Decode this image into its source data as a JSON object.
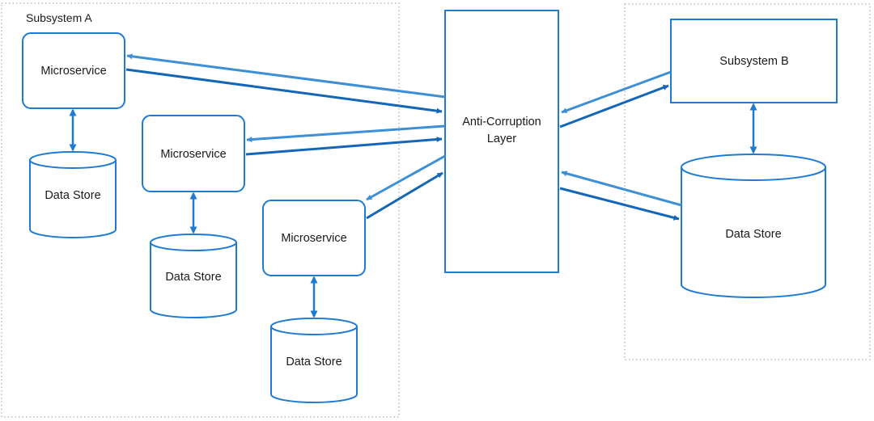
{
  "colors": {
    "stroke": "#1f7ad1",
    "arrow_light": "#3d8fd6",
    "arrow_dark": "#1466b8",
    "dotted": "#9a9a9a",
    "text": "#1a1a1a"
  },
  "subsystem_a": {
    "label": "Subsystem A",
    "microservice_1": "Microservice",
    "microservice_2": "Microservice",
    "microservice_3": "Microservice",
    "datastore_1": "Data Store",
    "datastore_2": "Data Store",
    "datastore_3": "Data Store"
  },
  "acl": {
    "line1": "Anti-Corruption",
    "line2": "Layer"
  },
  "subsystem_b": {
    "label": "Subsystem B",
    "datastore": "Data Store"
  }
}
